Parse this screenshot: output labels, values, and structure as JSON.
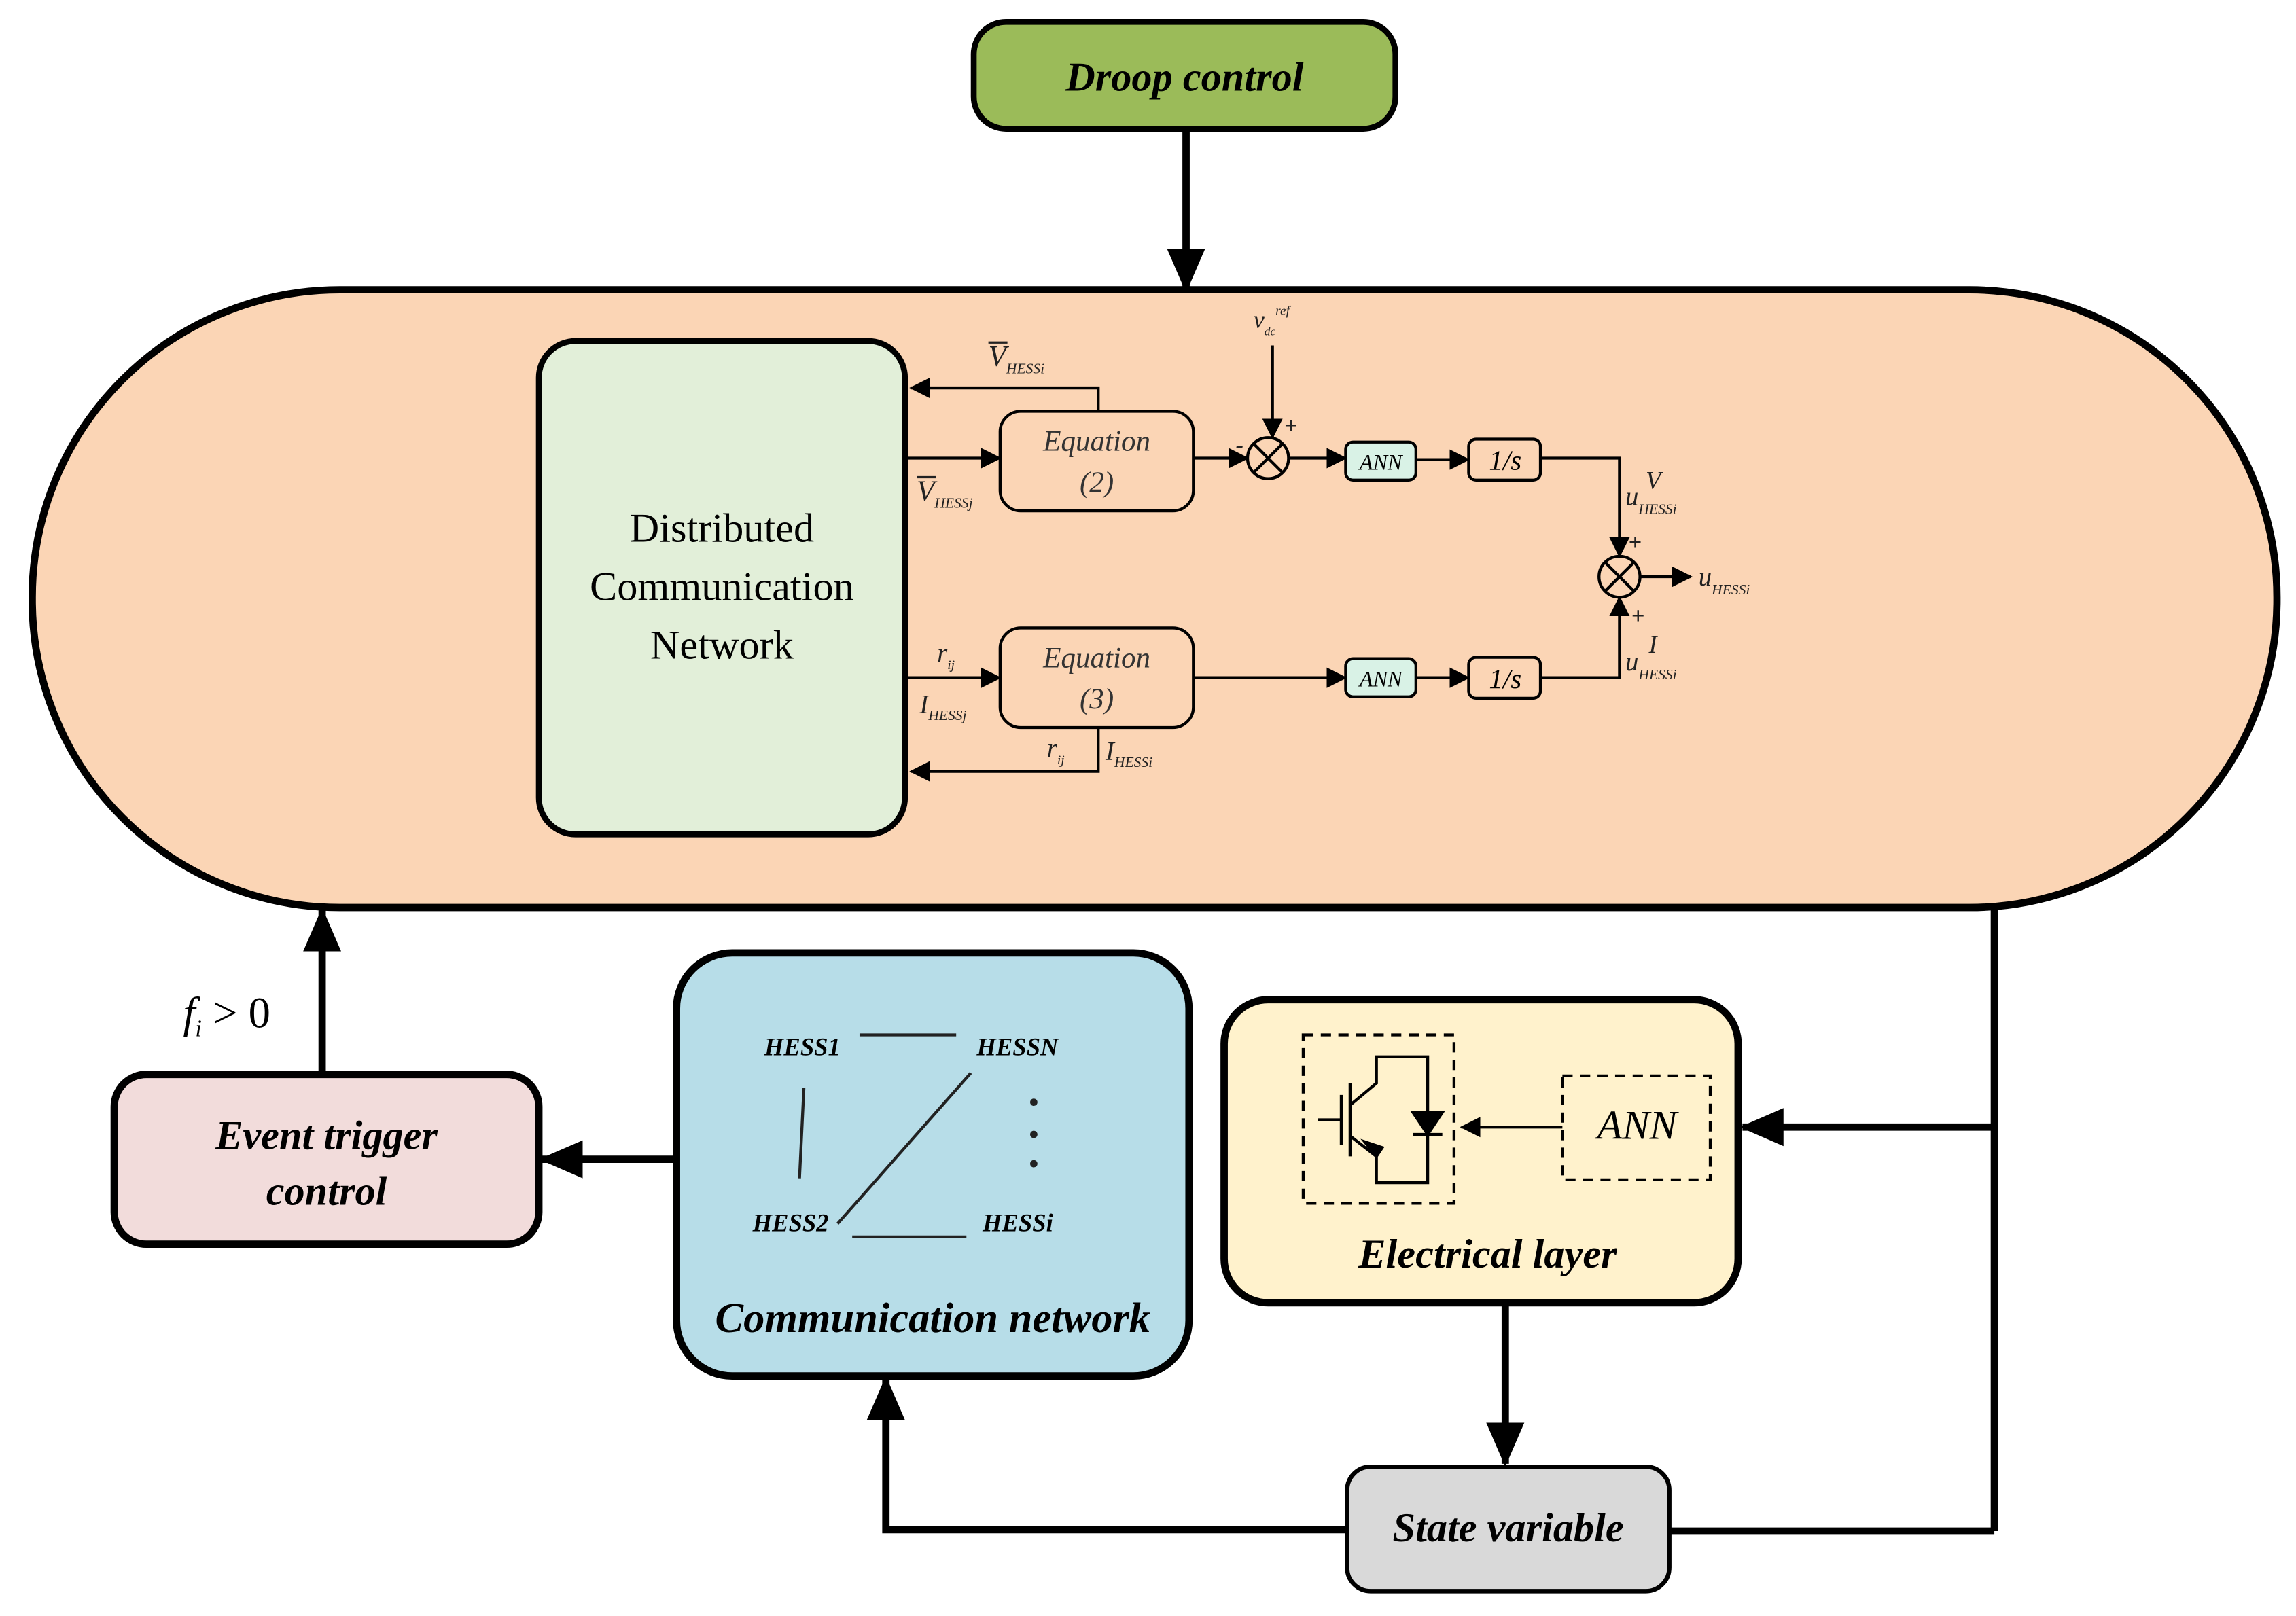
{
  "droop_control": {
    "label": "Droop control"
  },
  "controller": {
    "network_box": {
      "lines": [
        "Distributed",
        "Communication",
        "Network"
      ]
    },
    "equation2": {
      "line1": "Equation",
      "line2": "(2)"
    },
    "equation3": {
      "line1": "Equation",
      "line2": "(3)"
    },
    "ann_label": "ANN",
    "integrator_label": "1/s",
    "signals": {
      "v_bar": "V",
      "hess_i_sub": "HESSi",
      "hess_j_sub": "HESSj",
      "v_ref": "v",
      "v_ref_sub": "dc",
      "v_ref_sup": "ref",
      "r": "r",
      "r_sub": "ij",
      "I": "I",
      "u": "u",
      "sup_V": "V",
      "sup_I": "I",
      "plus": "+",
      "minus": "-"
    }
  },
  "event_trigger": {
    "lines": [
      "Event trigger",
      "control"
    ],
    "condition": "f",
    "condition_sub": "i",
    "condition_rest": " > 0"
  },
  "communication_network": {
    "label": "Communication network",
    "nodes": [
      "HESS1",
      "HESSN",
      "HESS2",
      "HESSi"
    ]
  },
  "electrical_layer": {
    "label": "Electrical layer",
    "ann_label": "ANN"
  },
  "state_variable": {
    "label": "State variable"
  },
  "colors": {
    "droop": "#9bbb59",
    "controller_bg": "#fbd5b5",
    "network_bg": "#e2efd9",
    "ann_bg": "#d9f2e6",
    "comm_bg": "#b7dde8",
    "event_bg": "#f2dcdb",
    "electrical_bg": "#fff2cc",
    "state_bg": "#d9d9d9"
  }
}
